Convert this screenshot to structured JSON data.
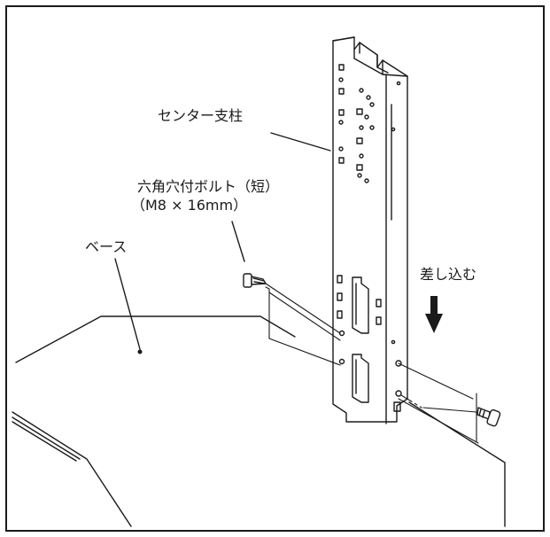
{
  "labels": {
    "center_pillar": "センター支柱",
    "bolt_name": "六角穴付ボルト（短）",
    "bolt_size": "（M8 × 16mm）",
    "base": "ベース",
    "insert": "差し込む"
  },
  "colors": {
    "line": "#1a1a1a",
    "background": "#ffffff"
  }
}
